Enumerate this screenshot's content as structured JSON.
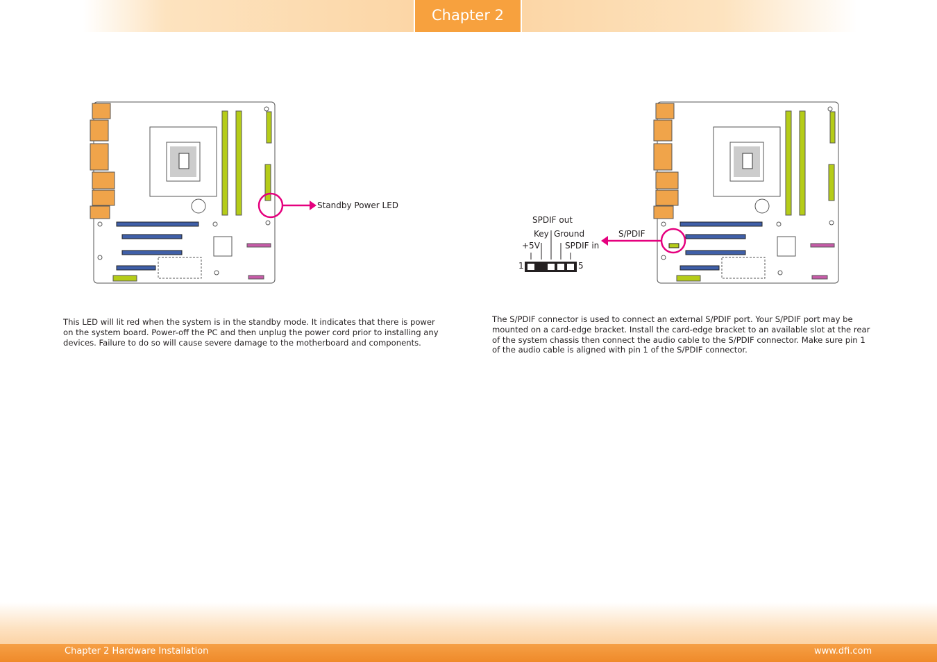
{
  "header": {
    "chapter_tab": "Chapter 2"
  },
  "left": {
    "callout": "Standby Power LED",
    "paragraph_lines": [
      "This LED will lit red when the system is in the standby mode. It indicates that there is power",
      "on the system board. Power-off the PC and then unplug the power cord prior to installing any",
      "devices. Failure to do so will cause severe damage to the motherboard and components."
    ]
  },
  "right": {
    "callout": "S/PDIF",
    "pinout": {
      "spdif_out": "SPDIF out",
      "key": "Key",
      "ground": "Ground",
      "plus5v": "+5V",
      "spdif_in": "SPDIF in",
      "pin1": "1",
      "pin5": "5"
    },
    "paragraph_lines": [
      "The S/PDIF connector is used to connect an external S/PDIF port. Your S/PDIF port may be",
      "mounted on a card-edge bracket. Install the card-edge bracket to an available slot at the rear",
      "of the system chassis then connect the audio cable to the S/PDIF connector. Make sure pin 1",
      "of the audio cable is aligned with pin 1 of the S/PDIF connector."
    ]
  },
  "footer": {
    "left": "Chapter 2 Hardware Installation",
    "right": "www.dfi.com"
  },
  "colors": {
    "accent": "#f7a13e",
    "callout": "#e5007e",
    "slot": "#3f5fa8",
    "connector": "#f0a44a",
    "dimm": "#b5cc18"
  }
}
